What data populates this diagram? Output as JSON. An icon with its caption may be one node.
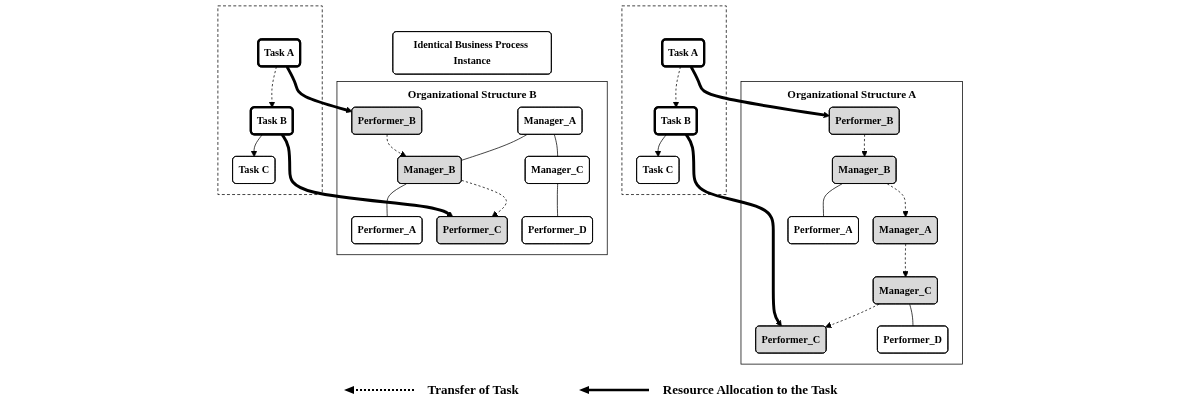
{
  "diagram": {
    "nodes": [
      {
        "text": [
          "Organizational Structure A"
        ]
      },
      {
        "text": [
          "Manager_A"
        ],
        "in": 0
      },
      {
        "text": [
          "Manager_B"
        ],
        "in": 0
      },
      {
        "text": [
          "Manager_C"
        ],
        "in": 0
      },
      {
        "text": [
          "Performer_A"
        ],
        "in": 0
      },
      {
        "text": [
          "Performer_B"
        ],
        "in": 0
      },
      {
        "text": [
          "Performer_C"
        ],
        "in": 0
      },
      {
        "text": [
          "Performer_D"
        ],
        "in": 0
      },
      {
        "text": [
          "Organizational Structure B"
        ]
      },
      {
        "text": [
          "Manager_A"
        ],
        "in": 8
      },
      {
        "text": [
          "Manager_B"
        ],
        "in": 8
      },
      {
        "text": [
          "Manager_C"
        ],
        "in": 8
      },
      {
        "text": [
          "Performer_A"
        ],
        "in": 8
      },
      {
        "text": [
          "Performer_B"
        ],
        "in": 8
      },
      {
        "text": [
          "Performer_C"
        ],
        "in": 8
      },
      {
        "text": [
          "Performer_D"
        ],
        "in": 8
      },
      {
        "text": [],
        "shape": "box"
      },
      {
        "text": [
          "Task A"
        ],
        "in": 16
      },
      {
        "text": [
          "Task B"
        ],
        "in": 16
      },
      {
        "text": [
          "Task C"
        ],
        "in": 16
      },
      {
        "text": [],
        "shape": "box"
      },
      {
        "text": [
          "Task A"
        ],
        "in": 20
      },
      {
        "text": [
          "Task B"
        ],
        "in": 20
      },
      {
        "text": [
          "Task C"
        ],
        "in": 20
      },
      {
        "text": [
          "Identical Business Process Instance"
        ]
      }
    ],
    "edges": [
      {
        "from": 2,
        "to": 1,
        "arrow": "to",
        "style": "dashed"
      },
      {
        "from": 1,
        "to": 3,
        "arrow": "to",
        "style": "dashed"
      },
      {
        "from": 2,
        "to": 4,
        "arrow": "none"
      },
      {
        "from": 5,
        "to": 2,
        "arrow": "to",
        "style": "dashed"
      },
      {
        "from": 3,
        "to": 6,
        "arrow": "to",
        "style": "dashed"
      },
      {
        "from": 3,
        "to": 7,
        "arrow": "none"
      },
      {
        "from": 17,
        "to": 5,
        "arrow": "to",
        "style": "thick"
      },
      {
        "from": 18,
        "to": 6,
        "arrow": "to",
        "style": "thick"
      },
      {
        "from": 17,
        "to": 18,
        "arrow": "to",
        "style": "dashed"
      },
      {
        "from": 18,
        "to": 19,
        "arrow": "to"
      },
      {
        "from": 9,
        "to": 10,
        "arrow": "none"
      },
      {
        "from": 9,
        "to": 11,
        "arrow": "none"
      },
      {
        "from": 10,
        "to": 12,
        "arrow": "none"
      },
      {
        "from": 13,
        "to": 10,
        "arrow": "to",
        "style": "dashed"
      },
      {
        "from": 10,
        "to": 14,
        "arrow": "to",
        "style": "dashed"
      },
      {
        "from": 11,
        "to": 15,
        "arrow": "none"
      },
      {
        "from": 21,
        "to": 13,
        "arrow": "to",
        "style": "thick"
      },
      {
        "from": 22,
        "to": 14,
        "arrow": "to",
        "style": "thick"
      },
      {
        "from": 21,
        "to": 22,
        "arrow": "to",
        "style": "dashed"
      },
      {
        "from": 22,
        "to": 23,
        "arrow": "to"
      }
    ],
    "legend": [
      {
        "text": "Transfer of Task"
      },
      {
        "text": "Resource Allocation to the Task"
      }
    ]
  }
}
